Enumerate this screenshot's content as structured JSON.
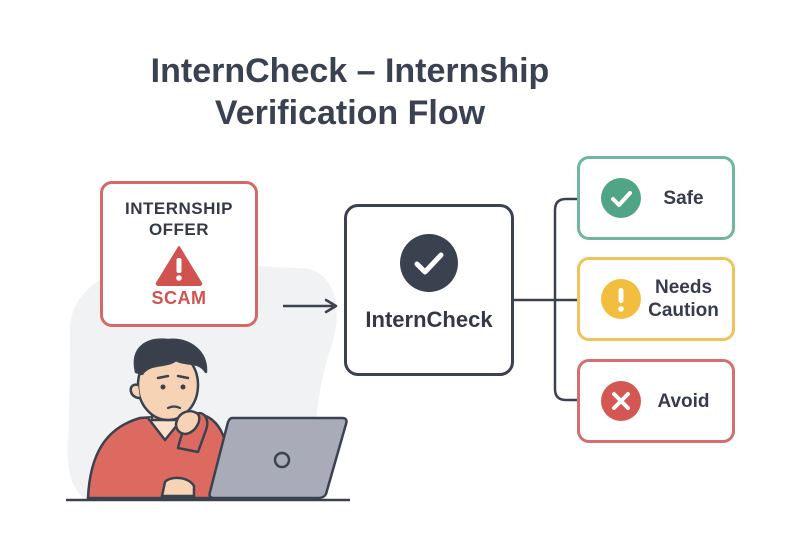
{
  "title": {
    "line1": "InternCheck – Internship",
    "line2": "Verification Flow"
  },
  "offer": {
    "line1": "INTERNSHIP",
    "line2": "OFFER",
    "warning_icon": "warning-triangle-icon",
    "scam_label": "SCAM"
  },
  "checker": {
    "icon": "check-circle-icon",
    "label": "InternCheck"
  },
  "results": [
    {
      "icon": "check-icon",
      "line1": "Safe",
      "line2": "",
      "color": "#4fa586"
    },
    {
      "icon": "exclamation-icon",
      "line1": "Needs",
      "line2": "Caution",
      "color": "#f3be3f"
    },
    {
      "icon": "x-icon",
      "line1": "Avoid",
      "line2": "",
      "color": "#d55753"
    }
  ],
  "colors": {
    "scam_red": "#d0534f",
    "dark": "#3b424f",
    "safe_green": "#6fb79a",
    "caution_yellow": "#f0c35c",
    "avoid_red": "#d3706e"
  }
}
